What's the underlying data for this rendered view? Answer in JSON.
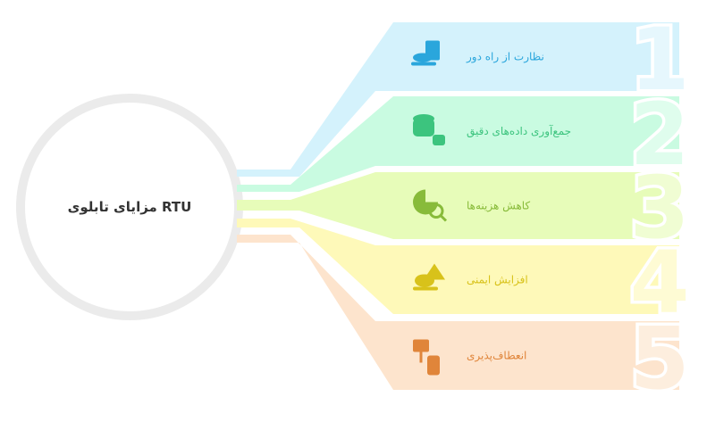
{
  "title": "مزایای تابلوی RTU",
  "items": [
    {
      "number": "1",
      "label": "نظارت از راه دور",
      "icon": "remote-monitoring-helmet-icon",
      "color": "#2aa6dc",
      "bg": "#d4f2fc",
      "num_color": "#e6f7fd"
    },
    {
      "number": "2",
      "label": "جمع‌آوری داده‌های دقیق",
      "icon": "database-robot-icon",
      "color": "#3cc47e",
      "bg": "#c9fbe1",
      "num_color": "#dffded"
    },
    {
      "number": "3",
      "label": "کاهش هزینه‌ها",
      "icon": "pie-chart-search-icon",
      "color": "#88bb3a",
      "bg": "#e7fcb9",
      "num_color": "#f0fdd3"
    },
    {
      "number": "4",
      "label": "افزایش ایمنی",
      "icon": "helmet-warning-icon",
      "color": "#d8c21a",
      "bg": "#fef9b9",
      "num_color": "#fefbd4"
    },
    {
      "number": "5",
      "label": "انعطاف‌پذیری",
      "icon": "devices-sync-icon",
      "color": "#e0853a",
      "bg": "#fde4cd",
      "num_color": "#fdeede"
    }
  ]
}
